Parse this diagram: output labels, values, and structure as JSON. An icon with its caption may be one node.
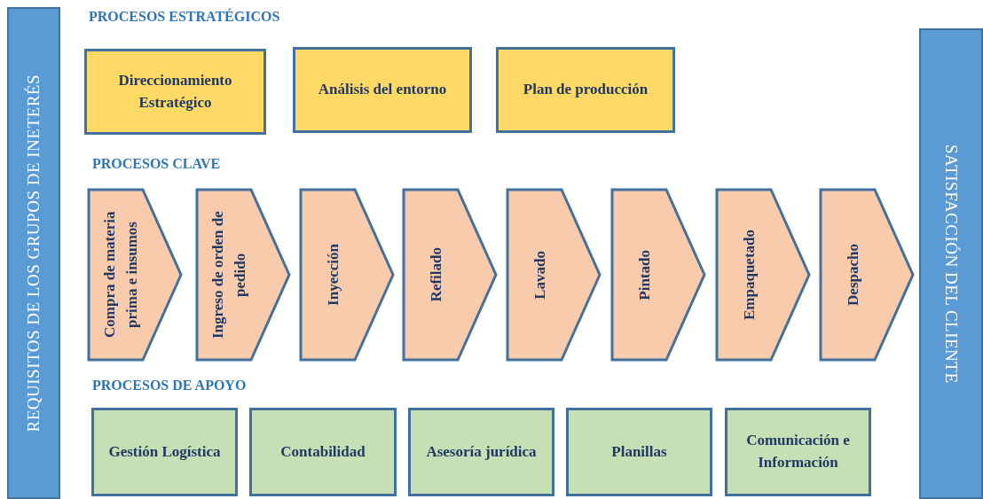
{
  "diagram": {
    "nodes": [
      {
        "text": [
          "REQUISITOS DE LOS GRUPOS DE INETERÉS"
        ]
      },
      {
        "text": [
          "SATISFACCIÓN DEL CLIENTE"
        ]
      },
      {
        "text": [
          "Direccionamiento Estratégico"
        ]
      },
      {
        "text": [
          "Análisis del entorno"
        ]
      },
      {
        "text": [
          "Plan de producción"
        ]
      },
      {
        "text": [
          "Compra de materia prima e insumos"
        ]
      },
      {
        "text": [
          "Ingreso de orden de pedido"
        ]
      },
      {
        "text": [
          "Inyección"
        ]
      },
      {
        "text": [
          "Refilado"
        ]
      },
      {
        "text": [
          "Lavado"
        ]
      },
      {
        "text": [
          "Pintado"
        ]
      },
      {
        "text": [
          "Empaquetado"
        ]
      },
      {
        "text": [
          "Despacho"
        ]
      },
      {
        "text": [
          "Gestión Logística"
        ]
      },
      {
        "text": [
          "Contabilidad"
        ]
      },
      {
        "text": [
          "Asesoría jurídica"
        ]
      },
      {
        "text": [
          "Planillas"
        ]
      },
      {
        "text": [
          "Comunicación e Información"
        ]
      }
    ],
    "labels": [
      "PROCESOS ESTRATÉGICOS",
      "PROCESOS CLAVE",
      "PROCESOS DE APOYO"
    ]
  }
}
